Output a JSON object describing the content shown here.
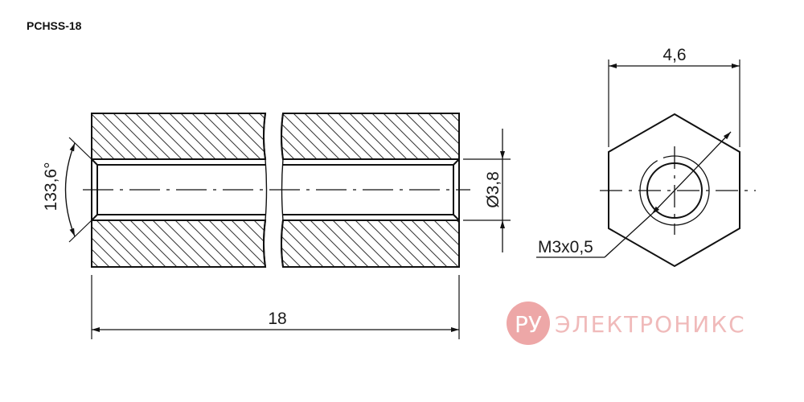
{
  "title": "PCHSS-18",
  "dimensions": {
    "angle": "133,6°",
    "length": "18",
    "bore_diameter": "Ø3,8",
    "width_across_flats": "4,6",
    "thread": "M3x0,5"
  },
  "watermark": {
    "logo_text": "РУ",
    "brand_text": "ЭЛЕКТРОНИКС",
    "color": "#e88a8a"
  },
  "colors": {
    "line": "#111111",
    "hatch": "#222222"
  }
}
